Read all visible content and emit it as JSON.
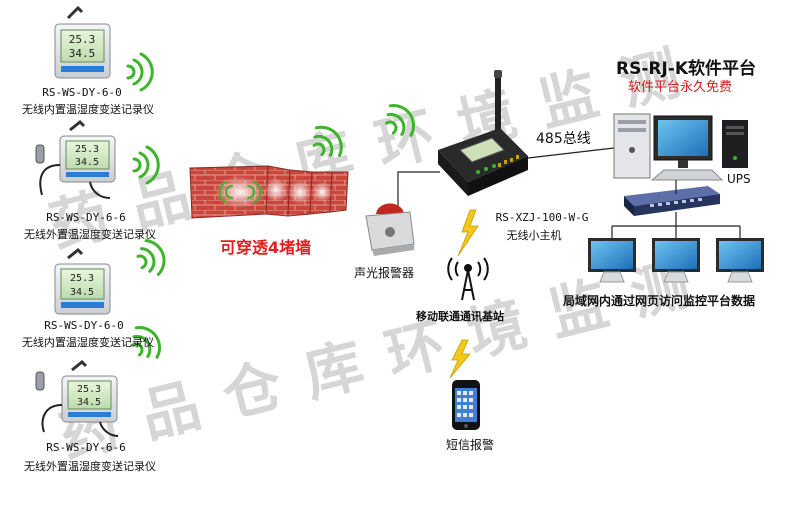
{
  "watermark": {
    "line1": "药品仓库环境监测",
    "line2": "药品仓库环境监测"
  },
  "sensors": [
    {
      "code": "RS-WS-DY-6-0",
      "desc": "无线内置温湿度变送记录仪",
      "screen_top": "25.3",
      "screen_bottom": "34.5"
    },
    {
      "code": "RS-WS-DY-6-6",
      "desc": "无线外置温湿度变送记录仪",
      "screen_top": "25.3",
      "screen_bottom": "34.5"
    },
    {
      "code": "RS-WS-DY-6-0",
      "desc": "无线内置温湿度变送记录仪",
      "screen_top": "25.3",
      "screen_bottom": "34.5"
    },
    {
      "code": "RS-WS-DY-6-6",
      "desc": "无线外置温湿度变送记录仪",
      "screen_top": "25.3",
      "screen_bottom": "34.5"
    }
  ],
  "wall": {
    "label": "可穿透4堵墙"
  },
  "platform": {
    "title": "RS-RJ-K软件平台",
    "subtitle": "软件平台永久免费"
  },
  "bus": {
    "label": "485总线"
  },
  "ups": {
    "label": "UPS"
  },
  "host": {
    "code": "RS-XZJ-100-W-G",
    "label": "无线小主机"
  },
  "alarm": {
    "label": "声光报警器"
  },
  "tower": {
    "label": "移动联通通讯基站"
  },
  "phone": {
    "label": "短信报警"
  },
  "lan": {
    "label": "局域网内通过网页访问监控平台数据"
  },
  "colors": {
    "wifi": "#3cb52a",
    "bolt": "#f2c818",
    "brick": "#c9463d",
    "watermark": "#d6d6d6",
    "accent_red": "#d01c1c"
  }
}
